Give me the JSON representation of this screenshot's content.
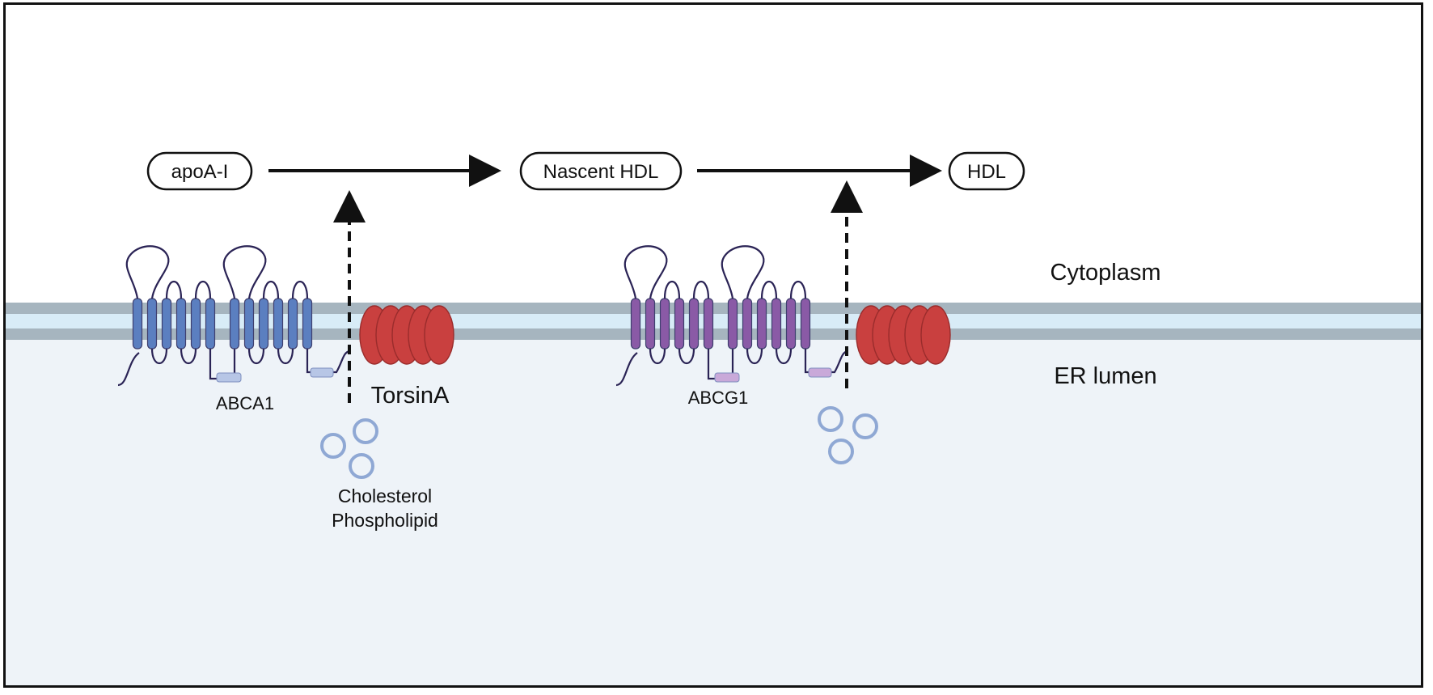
{
  "pathway": {
    "apoa1": "apoA-I",
    "nascent_hdl": "Nascent HDL",
    "hdl": "HDL"
  },
  "compartments": {
    "cytoplasm": "Cytoplasm",
    "er_lumen": "ER lumen"
  },
  "proteins": {
    "abca1": "ABCA1",
    "abcg1": "ABCG1",
    "torsina": "TorsinA"
  },
  "lipids": {
    "line1": "Cholesterol",
    "line2": "Phospholipid"
  },
  "colors": {
    "abca1": "#5b7fc0",
    "abcg1": "#8a5aa6",
    "torsina": "#c9403f",
    "lipid_ring": "#8fa8d4",
    "membrane_outer": "#a6b5bf",
    "membrane_inner": "#d8ecf7",
    "lumen": "#eef3f8",
    "loop": "#2a2355"
  }
}
